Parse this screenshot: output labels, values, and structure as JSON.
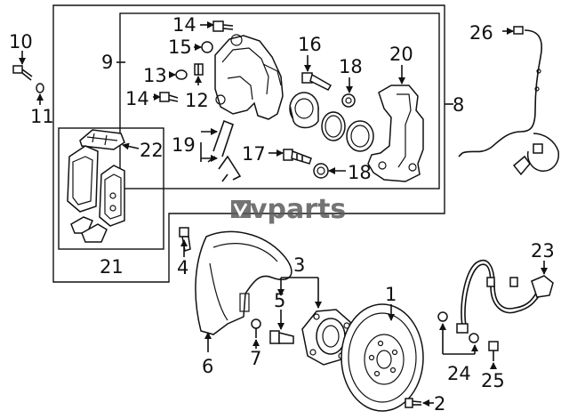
{
  "watermark": "vparts",
  "callouts": {
    "c1": "1",
    "c2": "2",
    "c3": "3",
    "c4": "4",
    "c5": "5",
    "c6": "6",
    "c7": "7",
    "c8": "8",
    "c9": "9",
    "c10": "10",
    "c11": "11",
    "c12": "12",
    "c13": "13",
    "c14a": "14",
    "c14b": "14",
    "c15": "15",
    "c16": "16",
    "c17": "17",
    "c18a": "18",
    "c18b": "18",
    "c19": "19",
    "c20": "20",
    "c21": "21",
    "c22": "22",
    "c23": "23",
    "c24": "24",
    "c25": "25",
    "c26": "26"
  }
}
